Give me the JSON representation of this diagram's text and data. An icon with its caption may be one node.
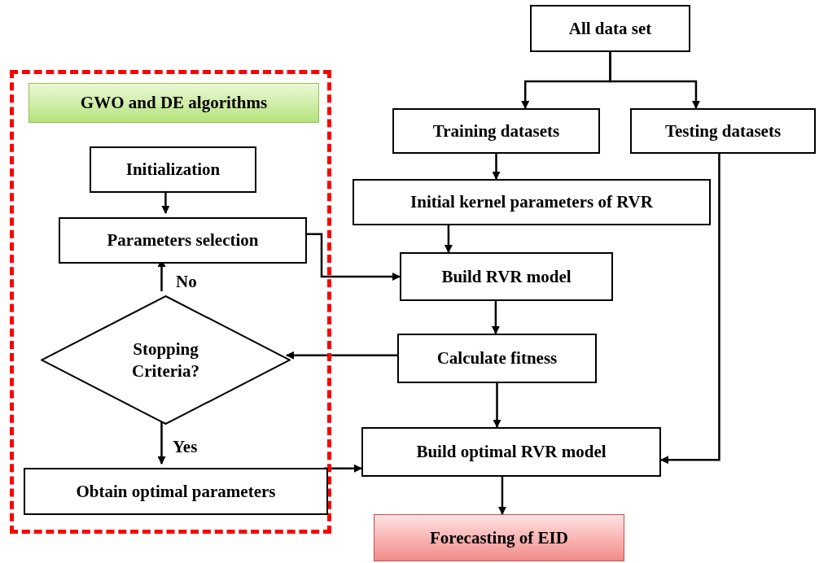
{
  "diagram": {
    "nodes": [
      {
        "text": [],
        "shape": "box"
      },
      {
        "text": [
          "GWO and DE algorithms"
        ],
        "in": 0
      },
      {
        "text": [
          "Initialization"
        ],
        "in": 0
      },
      {
        "text": [
          "Parameters selection"
        ],
        "in": 0
      },
      {
        "text": [
          "Stopping Criteria?"
        ],
        "in": 0
      },
      {
        "text": [
          "Obtain optimal parameters"
        ],
        "in": 0
      },
      {
        "text": [
          "All data set"
        ]
      },
      {
        "text": [
          "Training datasets"
        ]
      },
      {
        "text": [
          "Testing datasets"
        ]
      },
      {
        "text": [
          "Initial kernel parameters of RVR"
        ]
      },
      {
        "text": [
          "Build RVR model"
        ]
      },
      {
        "text": [
          "Calculate fitness"
        ]
      },
      {
        "text": [
          "Build optimal RVR model"
        ]
      },
      {
        "text": [
          "Forecasting of EID"
        ]
      }
    ],
    "edges": [
      {
        "from": 6,
        "to": 7,
        "arrow": "to"
      },
      {
        "from": 6,
        "to": 8,
        "arrow": "to"
      },
      {
        "from": 7,
        "to": 9,
        "arrow": "to"
      },
      {
        "from": 9,
        "to": 10,
        "arrow": "to"
      },
      {
        "from": 10,
        "to": 11,
        "arrow": "to"
      },
      {
        "from": 11,
        "to": 4,
        "arrow": "to"
      },
      {
        "from": 4,
        "to": 3,
        "arrow": "to",
        "label": "No"
      },
      {
        "from": 4,
        "to": 5,
        "arrow": "to",
        "label": "Yes"
      },
      {
        "from": 2,
        "to": 3,
        "arrow": "to"
      },
      {
        "from": 3,
        "to": 10,
        "arrow": "to"
      },
      {
        "from": 11,
        "to": 12,
        "arrow": "to"
      },
      {
        "from": 8,
        "to": 12,
        "arrow": "to"
      },
      {
        "from": 5,
        "to": 12,
        "arrow": "to"
      },
      {
        "from": 12,
        "to": 13,
        "arrow": "to"
      }
    ]
  }
}
